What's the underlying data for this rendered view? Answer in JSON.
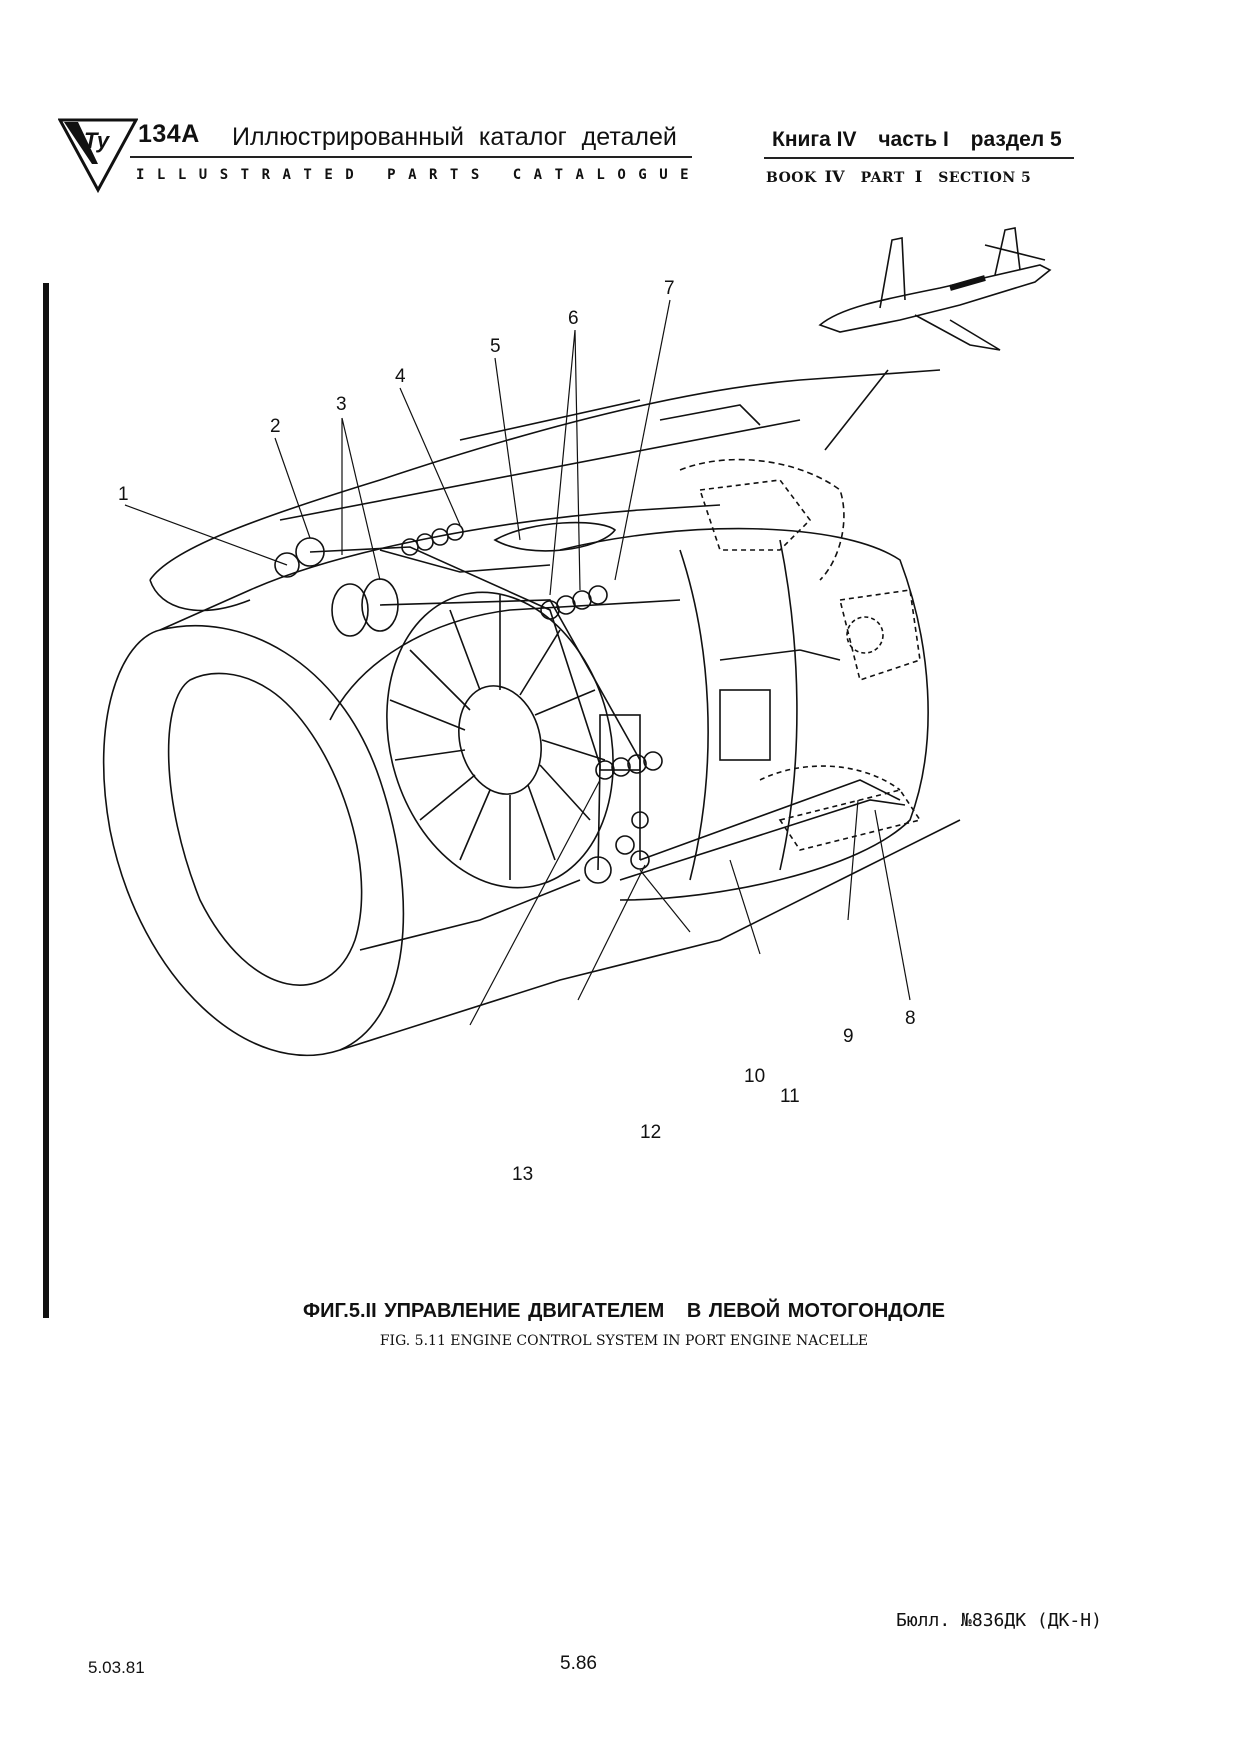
{
  "header": {
    "model": "134А",
    "title_ru": "Иллюстрированный каталог деталей",
    "title_en": "ILLUSTRATED PARTS CATALOGUE",
    "book_ru": {
      "book": "Книга IV",
      "part": "часть I",
      "section": "раздел 5"
    },
    "book_en": {
      "book": "BOOK",
      "book_num": "IV",
      "part": "PART",
      "part_num": "I",
      "section": "SECTION 5"
    }
  },
  "figure": {
    "callouts": [
      "1",
      "2",
      "3",
      "4",
      "5",
      "6",
      "7",
      "8",
      "9",
      "10",
      "11",
      "12",
      "13"
    ],
    "caption_ru": "ФИГ.5.II УПРАВЛЕНИЕ ДВИГАТЕЛЕМ   В ЛЕВОЙ МОТОГОНДОЛЕ",
    "caption_en": "FIG. 5.11 ENGINE CONTROL SYSTEM IN PORT ENGINE NACELLE"
  },
  "footer": {
    "bulletin": "Бюлл. №836ДК (ДК-Н)",
    "date": "5.03.81",
    "page": "5.86"
  }
}
